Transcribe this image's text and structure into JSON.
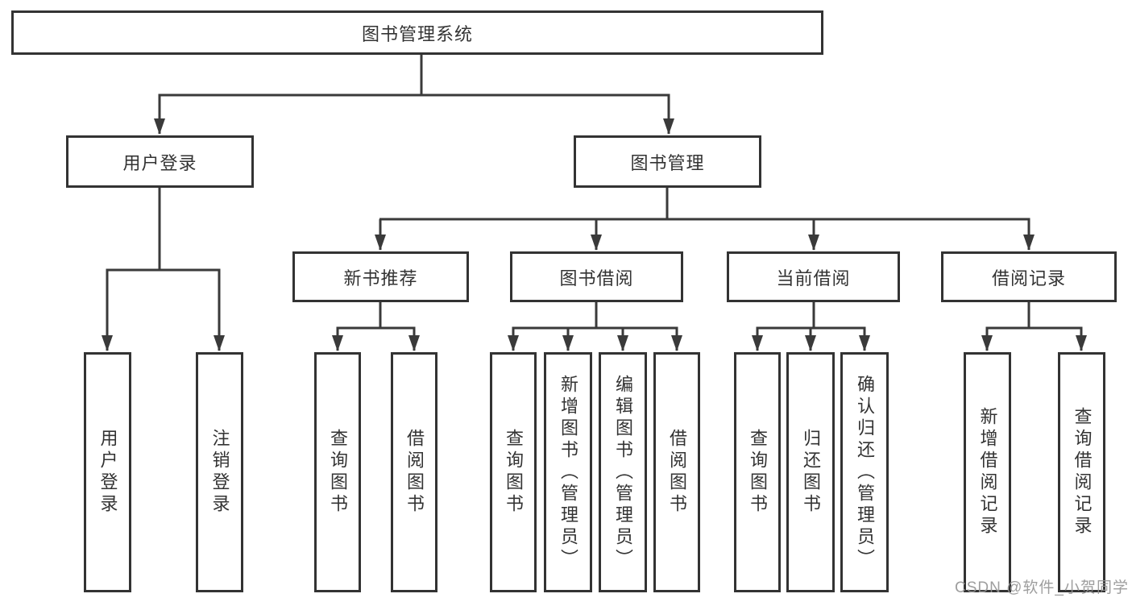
{
  "tree": {
    "root": {
      "label": "图书管理系统"
    },
    "level2": [
      {
        "label": "用户登录"
      },
      {
        "label": "图书管理"
      }
    ],
    "level3": [
      {
        "label": "新书推荐"
      },
      {
        "label": "图书借阅"
      },
      {
        "label": "当前借阅"
      },
      {
        "label": "借阅记录"
      }
    ],
    "leaves": {
      "user_login": [
        {
          "label": "用户登录"
        },
        {
          "label": "注销登录"
        }
      ],
      "new_book": [
        {
          "label": "查询图书"
        },
        {
          "label": "借阅图书"
        }
      ],
      "book_borrow": [
        {
          "label": "查询图书"
        },
        {
          "label": "新增图书（管理员）"
        },
        {
          "label": "编辑图书（管理员）"
        },
        {
          "label": "借阅图书"
        }
      ],
      "current_borrow": [
        {
          "label": "查询图书"
        },
        {
          "label": "归还图书"
        },
        {
          "label": "确认归还（管理员）"
        }
      ],
      "borrow_records": [
        {
          "label": "新增借阅记录"
        },
        {
          "label": "查询借阅记录"
        }
      ]
    }
  },
  "watermark": "CSDN @软件_小贺同学",
  "colors": {
    "line": "#3a3a3a",
    "box_border": "#333333",
    "text": "#333333",
    "watermark": "#949494",
    "background": "#ffffff"
  }
}
